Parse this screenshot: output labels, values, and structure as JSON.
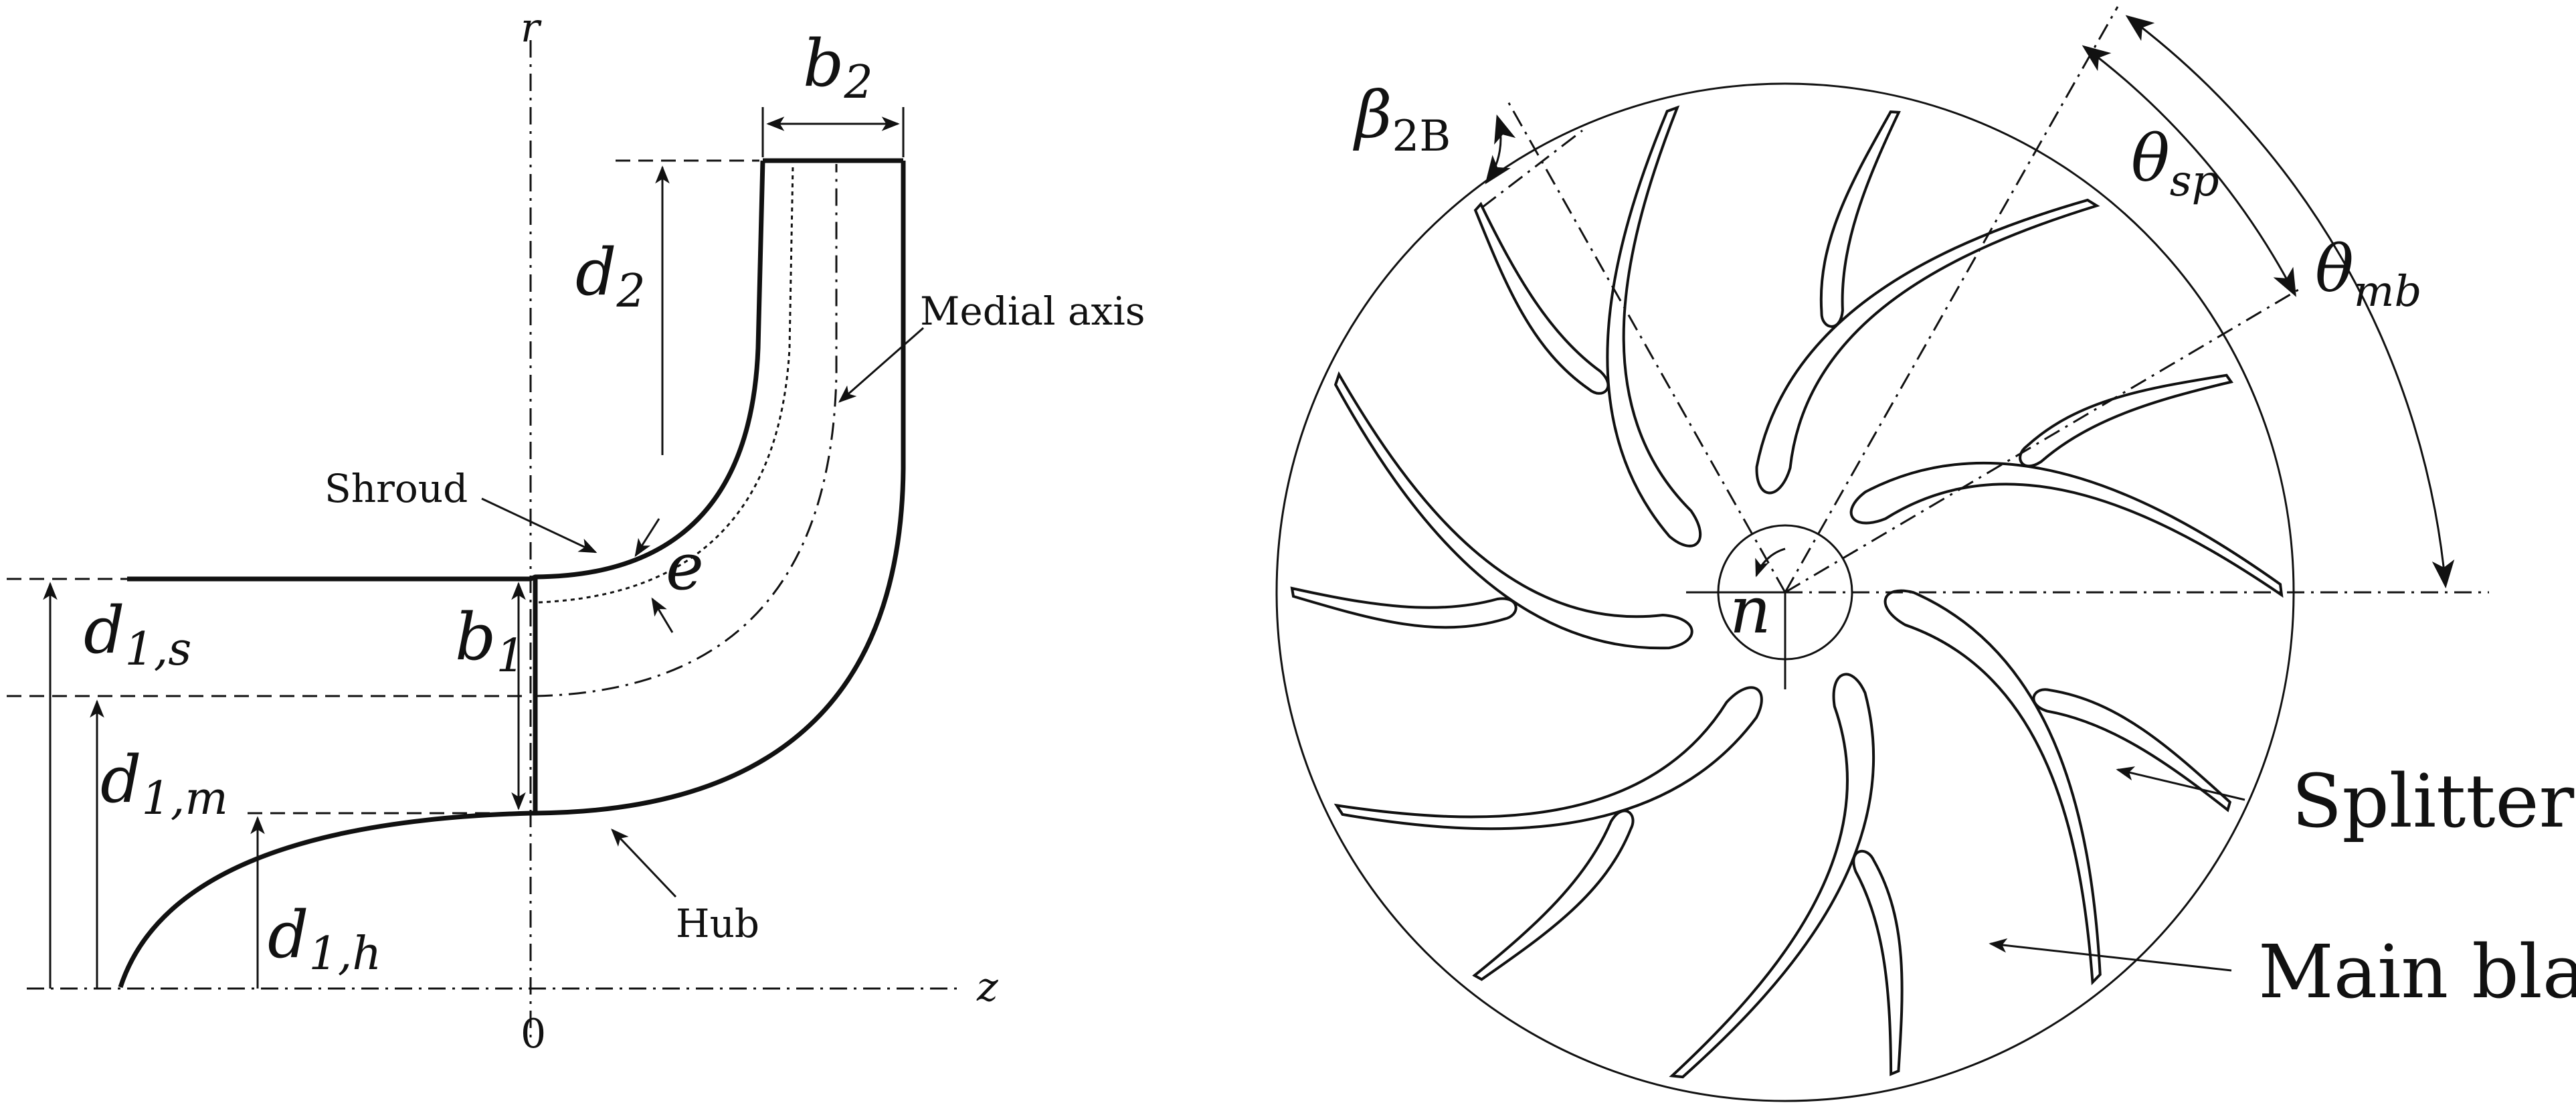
{
  "meridional": {
    "axis_r": "r",
    "axis_z": "z",
    "origin": "0",
    "labels": {
      "b2": "b",
      "b2_sub": "2",
      "d2": "d",
      "d2_sub": "2",
      "b1": "b",
      "b1_sub": "1",
      "d1s": "d",
      "d1s_sub": "1,s",
      "d1m": "d",
      "d1m_sub": "1,m",
      "d1h": "d",
      "d1h_sub": "1,h",
      "e": "e",
      "shroud": "Shroud",
      "hub": "Hub",
      "medial_axis": "Medial axis"
    }
  },
  "impeller": {
    "labels": {
      "beta": "β",
      "beta_sub": "2B",
      "theta_sp": "θ",
      "theta_sp_sub": "sp",
      "theta_mb": "θ",
      "theta_mb_sub": "mb",
      "n": "n",
      "splitters": "Splitters",
      "main_blades": "Main blades"
    },
    "main_blade_count": 7,
    "splitter_count": 7
  }
}
